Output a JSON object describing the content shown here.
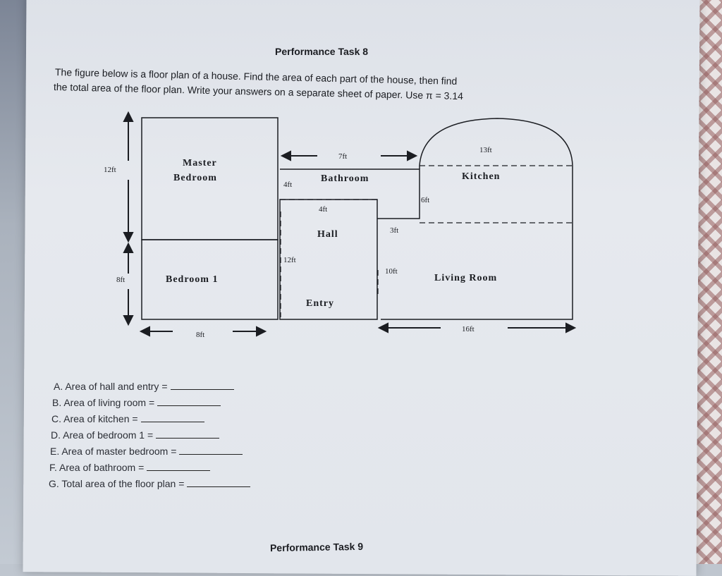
{
  "header": {
    "task_title": "Performance Task 8",
    "instruction_line1": "The figure below is a floor plan of a house. Find the area of each part of the house, then find",
    "instruction_line2": "the total area of the floor plan. Write your answers on a separate sheet of paper. Use π = 3.14"
  },
  "floor_plan": {
    "rooms": {
      "master_line1": "Master",
      "master_line2": "Bedroom",
      "bathroom": "Bathroom",
      "kitchen": "Kitchen",
      "hall": "Hall",
      "bedroom1": "Bedroom 1",
      "entry": "Entry",
      "living_room": "Living Room"
    },
    "dimensions": {
      "master_height": "12ft",
      "bedroom1_height": "8ft",
      "bedroom1_width": "8ft",
      "bathroom_width": "7ft",
      "bathroom_height": "4ft",
      "kitchen_width": "13ft",
      "kitchen_height": "6ft",
      "hall_width": "4ft",
      "step_height": "3ft",
      "hall_height": "12ft",
      "living_height": "10ft",
      "living_width": "16ft"
    }
  },
  "questions": [
    "A. Area of hall and entry =",
    "B. Area of living room =",
    "C. Area of kitchen =",
    "D. Area of bedroom 1 =",
    "E. Area of master bedroom =",
    "F. Area of bathroom =",
    "G. Total area of the floor plan ="
  ],
  "footer": {
    "next_task": "Performance Task 9"
  }
}
